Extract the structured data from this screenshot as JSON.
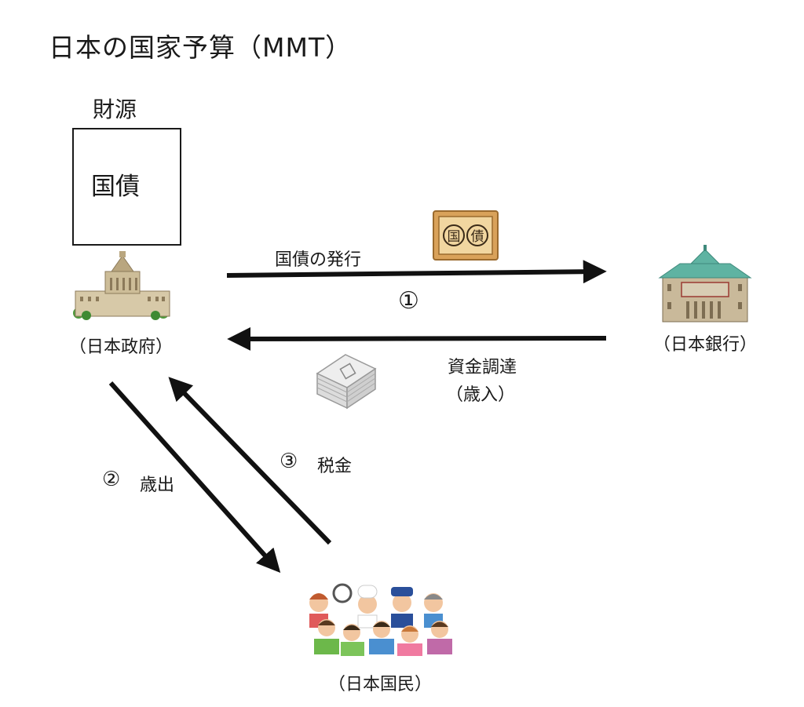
{
  "title": "日本の国家予算（MMT）",
  "resource": {
    "heading": "財源",
    "box_text": "国債"
  },
  "entities": {
    "government": "（日本政府）",
    "bank": "（日本銀行）",
    "people": "（日本国民）"
  },
  "flows": {
    "bond_issue": {
      "label": "国債の発行",
      "number": "①"
    },
    "funding": {
      "label_line1": "資金調達",
      "label_line2": "（歳入）"
    },
    "expenditure": {
      "number": "②",
      "label": "歳出"
    },
    "tax": {
      "number": "③",
      "label": "税金"
    }
  },
  "icons": {
    "bond_ticket_text": "国債"
  },
  "colors": {
    "arrow": "#111111",
    "bond_ticket": "#d9a25a",
    "bank_roof": "#5fb3a2",
    "building": "#c9b99a"
  }
}
